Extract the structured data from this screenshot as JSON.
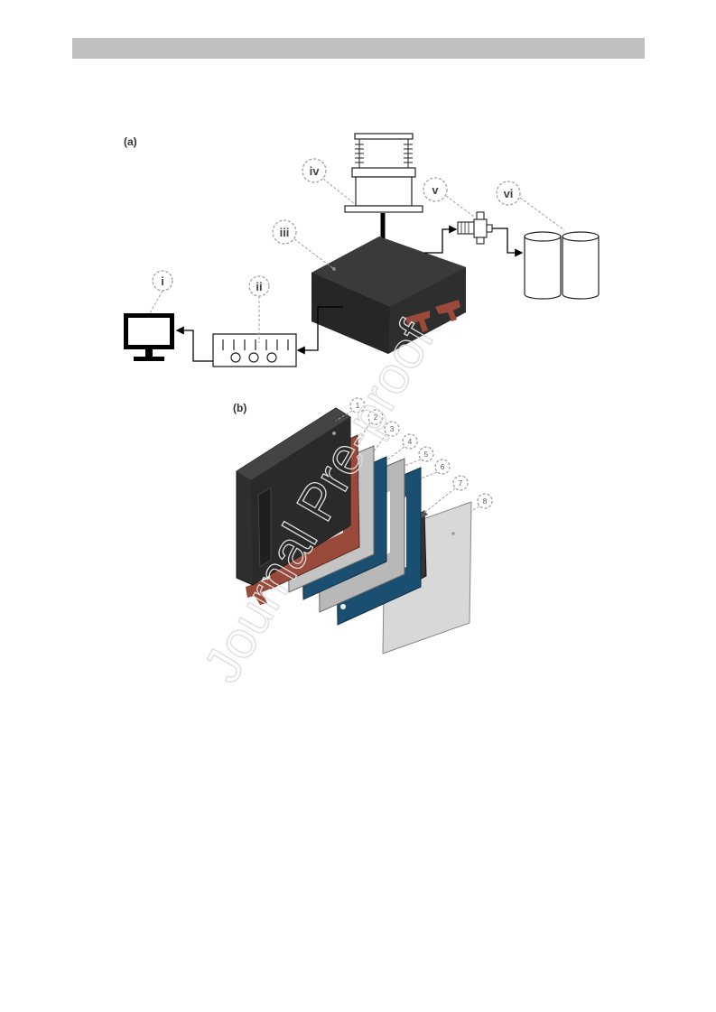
{
  "panel_a_label": "(a)",
  "panel_b_label": "(b)",
  "components": [
    "i",
    "ii",
    "iii",
    "iv",
    "v",
    "vi"
  ],
  "layers": [
    "1",
    "2",
    "3",
    "4",
    "5",
    "6",
    "7",
    "8"
  ],
  "watermark": "Journal Pre-proof",
  "colors": {
    "housing": "#2b2b2b",
    "copper_plate": "#9a4a3a",
    "membrane_blue": "#1b4f72",
    "gasket_grey": "#b8b8b8",
    "electrode_dark": "#333333",
    "window": "#d8d8d8"
  }
}
